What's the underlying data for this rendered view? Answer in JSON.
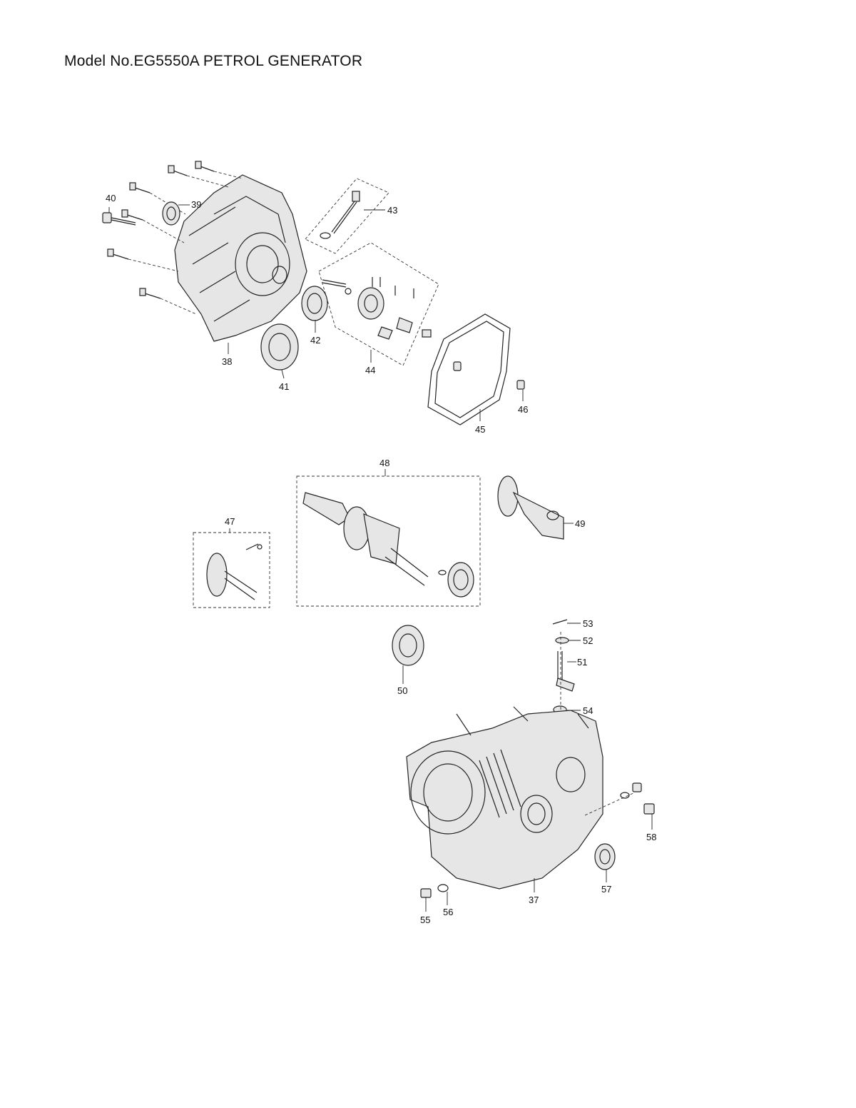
{
  "title": "Model No.EG5550A PETROL GENERATOR",
  "callouts": [
    "37",
    "38",
    "39",
    "40",
    "41",
    "42",
    "43",
    "44",
    "45",
    "46",
    "47",
    "48",
    "49",
    "50",
    "51",
    "52",
    "53",
    "54",
    "55",
    "56",
    "57",
    "58"
  ],
  "colors": {
    "line": "#222222",
    "shade": "#e6e6e6",
    "background": "#ffffff"
  }
}
